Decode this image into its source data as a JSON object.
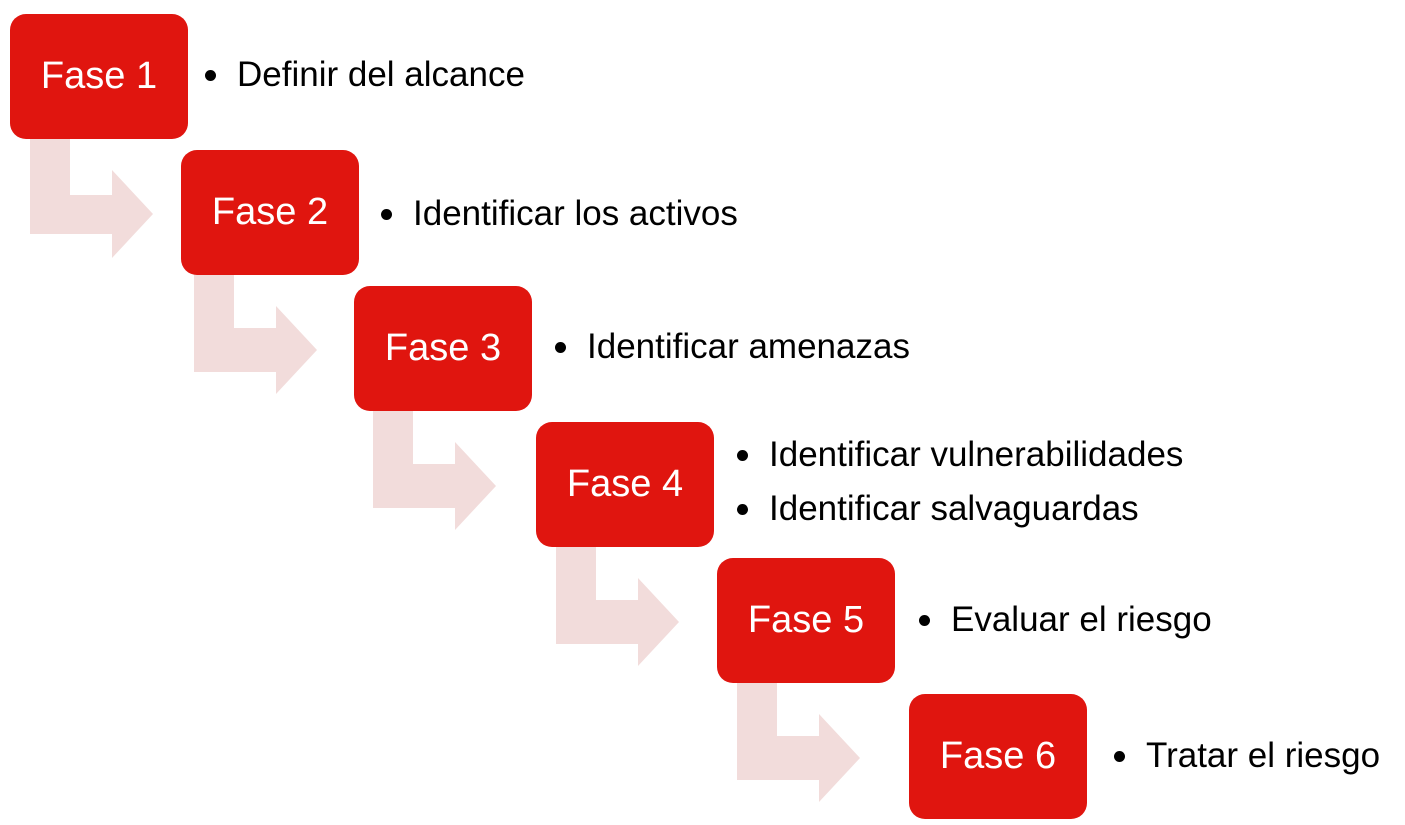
{
  "colors": {
    "phase_box": "#e0150f",
    "phase_text": "#ffffff",
    "connector_arrow": "#f2dcdb",
    "bullet_text": "#000000"
  },
  "phases": [
    {
      "label": "Fase 1",
      "items": [
        "Definir del alcance"
      ]
    },
    {
      "label": "Fase 2",
      "items": [
        "Identificar los activos"
      ]
    },
    {
      "label": "Fase 3",
      "items": [
        "Identificar amenazas"
      ]
    },
    {
      "label": "Fase 4",
      "items": [
        "Identificar vulnerabilidades",
        "Identificar salvaguardas"
      ]
    },
    {
      "label": "Fase 5",
      "items": [
        "Evaluar el riesgo"
      ]
    },
    {
      "label": "Fase 6",
      "items": [
        "Tratar el riesgo"
      ]
    }
  ]
}
